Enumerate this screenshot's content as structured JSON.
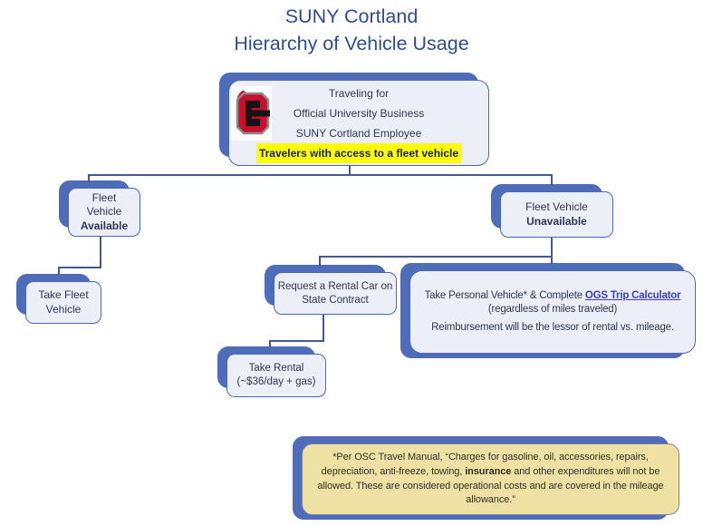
{
  "title": {
    "line1": "SUNY Cortland",
    "line2": "Hierarchy of Vehicle Usage"
  },
  "root_node": {
    "logo_icon": "suny-cortland-c-logo",
    "line1": "Traveling for",
    "line2": "Official University Business",
    "line3": "SUNY Cortland Employee",
    "highlight": "Travelers with access to a fleet vehicle"
  },
  "nodes": {
    "fleet_available": {
      "l1": "Fleet",
      "l2": "Vehicle",
      "l3_bold": "Available"
    },
    "fleet_unavailable": {
      "l1": "Fleet Vehicle",
      "l2_bold": "Unavailable"
    },
    "take_fleet": {
      "l1": "Take Fleet",
      "l2": "Vehicle"
    },
    "request_rental": {
      "l1": "Request a Rental Car on",
      "l2": "State Contract"
    },
    "take_rental": {
      "l1": "Take Rental",
      "l2": "(~$36/day + gas)"
    },
    "personal_vehicle": {
      "text_before_link": "Take Personal Vehicle* & Complete ",
      "link_text": "OGS Trip Calculator",
      "text_after_link": " (regardless of miles traveled)",
      "line2": "Reimbursement will be the lessor of rental vs. mileage."
    }
  },
  "note": {
    "text_before_bold": "*Per OSC Travel Manual, “Charges for gasoline, oil, accessories, repairs, depreciation, anti-freeze, towing, ",
    "bold_word": "insurance",
    "text_after_bold": " and other expenditures will not be allowed. These are considered operational costs and are covered in the mileage allowance.”"
  },
  "colors": {
    "title_text": "#2F4C93",
    "shadow_blue": "#4E6CB8",
    "box_fill": "#EDEFF8",
    "box_border": "#4A69B5",
    "connector": "#44598E",
    "highlight": "#FFFF00",
    "note_fill": "#EFE1A4",
    "link": "#3C3CC8",
    "logo_red": "#C8102E"
  }
}
